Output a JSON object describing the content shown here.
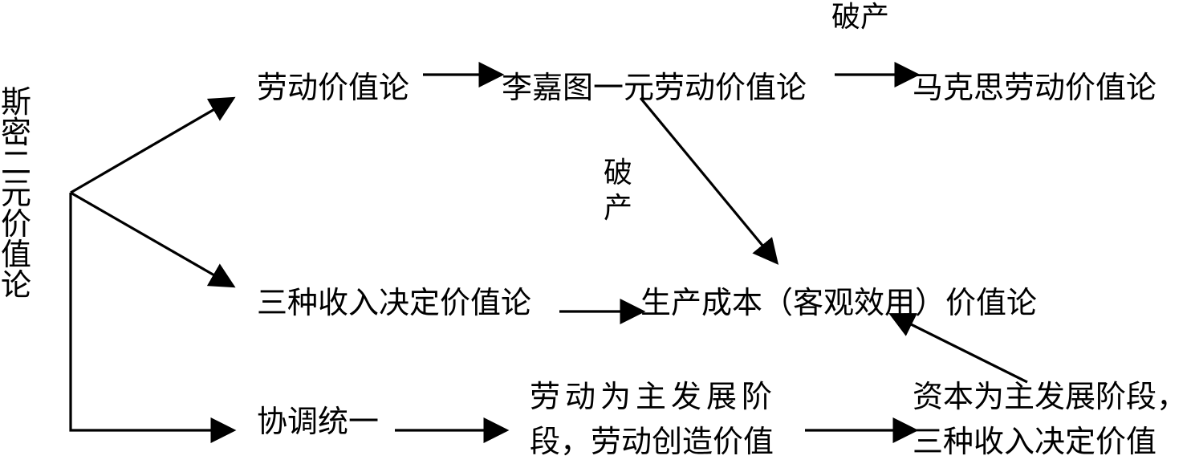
{
  "root": {
    "label": "斯密二元价值论"
  },
  "nodes": {
    "labor_theory": "劳动价值论",
    "ricardo": "李嘉图一元劳动价值论",
    "marx": "马克思劳动价值论",
    "three_income": "三种收入决定价值论",
    "production_cost": "生产成本（客观效用）价值论",
    "coordination": "协调统一",
    "labor_stage_line1": "劳动为主发展阶",
    "labor_stage_line2": "段，劳动创造价值",
    "capital_stage_line1": "资本为主发展阶段，",
    "capital_stage_line2": "三种收入决定价值"
  },
  "annotations": {
    "bankrupt_top": "破产",
    "bankrupt_middle_1": "破",
    "bankrupt_middle_2": "产"
  }
}
